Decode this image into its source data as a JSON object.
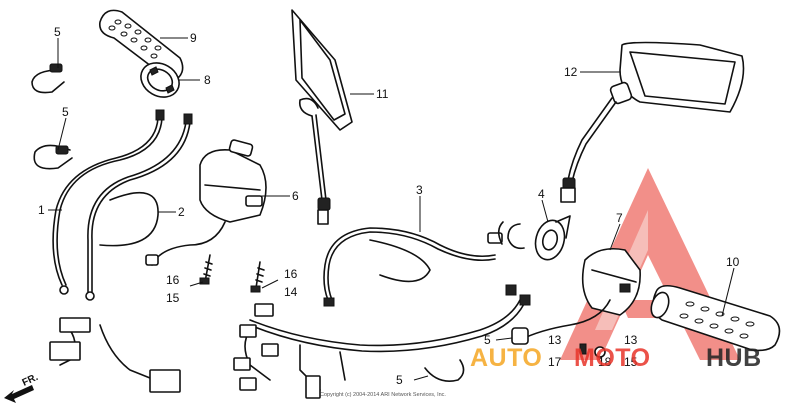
{
  "callouts": {
    "c1": "1",
    "c2": "2",
    "c3": "3",
    "c4": "4",
    "c5a": "5",
    "c5b": "5",
    "c5c": "5",
    "c5d": "5",
    "c6": "6",
    "c7": "7",
    "c8": "8",
    "c9": "9",
    "c10": "10",
    "c11": "11",
    "c12": "12",
    "c13a": "13",
    "c13b": "13",
    "c14": "14",
    "c15a": "15",
    "c15b": "15",
    "c16a": "16",
    "c16b": "16",
    "c17": "17",
    "c18": "18"
  },
  "direction_label": "FR.",
  "copyright": "Copyright (c) 2004-2014 ARI Network Services, Inc.",
  "watermark": {
    "part1": "AUTO",
    "part2": "MOTO",
    "part3": "HUB",
    "color_orange": "#f5a623",
    "color_red": "#e8342a",
    "color_dark": "#222222"
  }
}
